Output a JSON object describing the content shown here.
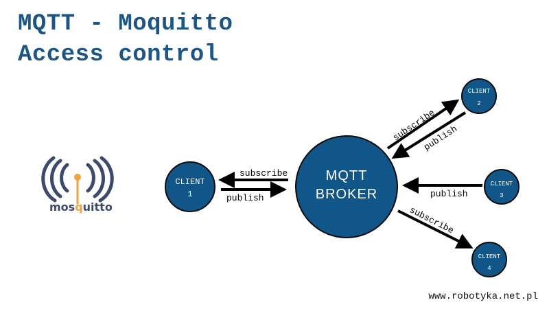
{
  "title": {
    "line1": "MQTT - Moquitto",
    "line2": "Access control"
  },
  "logo": {
    "text_left": "mos",
    "text_accent": "q",
    "text_right": "uitto",
    "icon": "mosquitto-antenna-icon",
    "colors": {
      "dark": "#3c4a6b",
      "accent": "#f0a33a"
    }
  },
  "broker": {
    "line1": "MQTT",
    "line2": "BROKER"
  },
  "clients": [
    {
      "label": "CLIENT",
      "number": "1"
    },
    {
      "label": "CLIENT",
      "number": "2"
    },
    {
      "label": "CLIENT",
      "number": "3"
    },
    {
      "label": "CLIENT",
      "number": "4"
    }
  ],
  "arrows": {
    "c1_subscribe": "subscribe",
    "c1_publish": "publish",
    "c2_subscribe": "subscribe",
    "c2_publish": "publish",
    "c3_publish": "publish",
    "c4_subscribe": "subscribe"
  },
  "footer": "www.robotyka.net.pl",
  "colors": {
    "node_fill": "#115688",
    "node_stroke": "#0b0b0b",
    "title": "#1c5687",
    "arrow": "#000000"
  }
}
